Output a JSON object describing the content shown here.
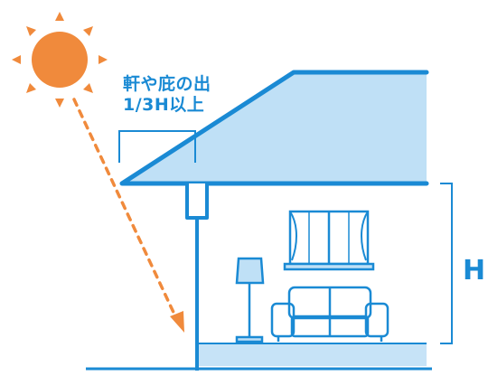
{
  "labels": {
    "eaves_line1": "軒や庇の出",
    "eaves_line2": "1/3H以上",
    "height_marker": "H"
  },
  "colors": {
    "line_blue": "#1a8ad4",
    "fill_blue": "#bfe0f6",
    "floor_blue": "#c6e3f7",
    "sun_orange": "#f08a3c",
    "ray_orange": "#f08a3c"
  },
  "icons": {
    "sun": "sun-icon",
    "window": "window-icon",
    "lamp": "floor-lamp-icon",
    "sofa": "sofa-icon"
  }
}
